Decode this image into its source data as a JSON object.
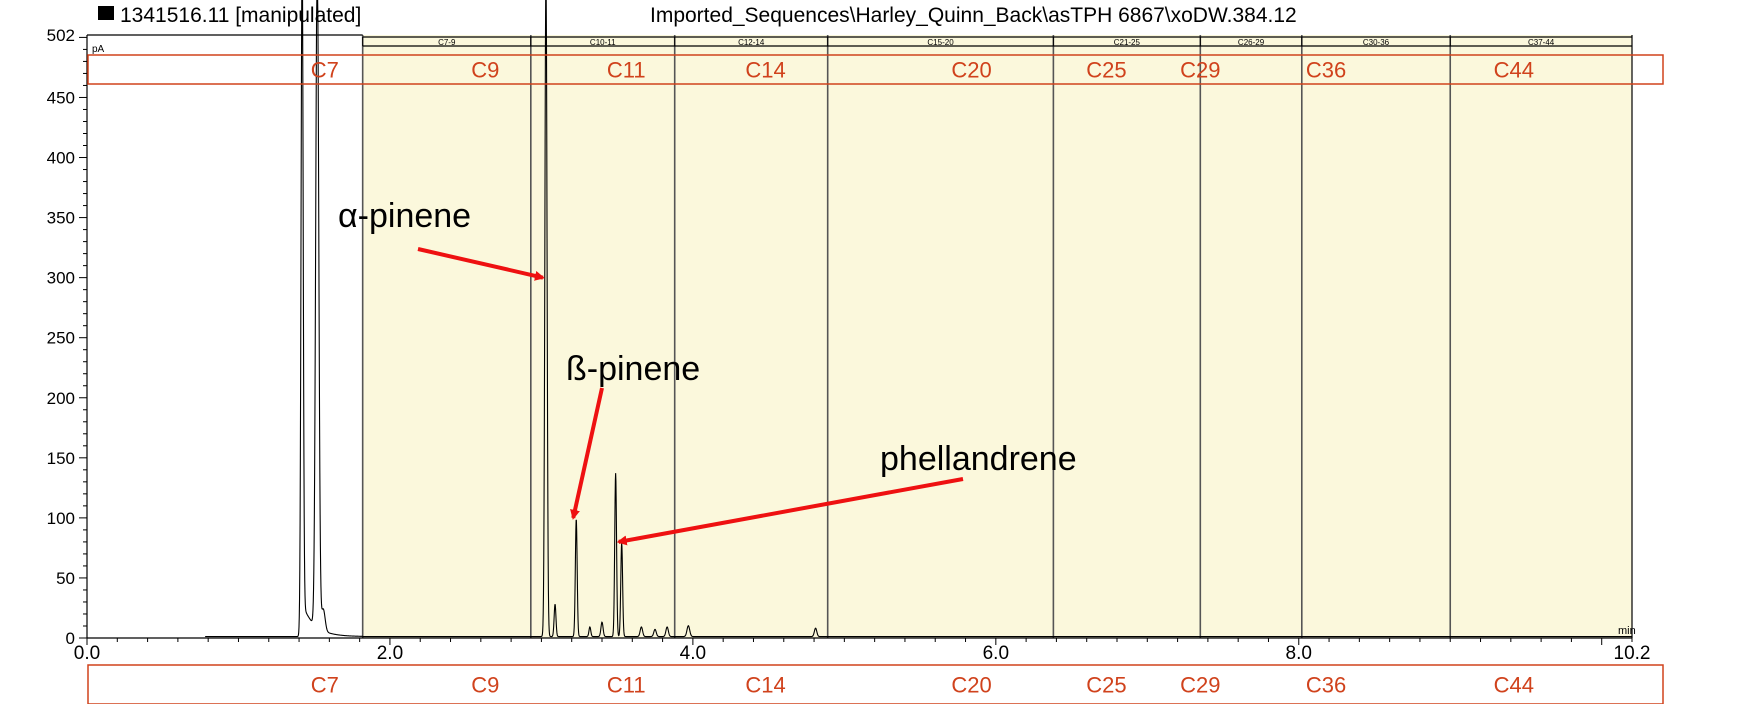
{
  "header": {
    "sample_id": "1341516.11 [manipulated]",
    "path": "Imported_Sequences\\Harley_Quinn_Back\\asTPH 6867\\xoDW.384.12"
  },
  "colors": {
    "band_fill": "#fbf8dc",
    "band_line": "#555555",
    "trace": "#000000",
    "box_outline": "#d0421c",
    "carbon_label": "#d0421c",
    "arrow": "#ee1111"
  },
  "chart_data": {
    "type": "line",
    "title": "",
    "ylabel": "pA",
    "xlabel": "min",
    "xlim": [
      0.0,
      10.2
    ],
    "ylim": [
      0,
      502
    ],
    "y_ticks": [
      0,
      50,
      100,
      150,
      200,
      250,
      300,
      350,
      400,
      450,
      502
    ],
    "x_ticks": [
      {
        "value": 0.0,
        "label": "0.0"
      },
      {
        "value": 2.0,
        "label": "2.0"
      },
      {
        "value": 4.0,
        "label": "4.0"
      },
      {
        "value": 6.0,
        "label": "6.0"
      },
      {
        "value": 8.0,
        "label": "8.0"
      },
      {
        "value": 10.2,
        "label": "10.2"
      }
    ],
    "bands": [
      {
        "label": "C7-9",
        "start": 1.82,
        "end": 2.93
      },
      {
        "label": "C10-11",
        "start": 2.93,
        "end": 3.88
      },
      {
        "label": "C12-14",
        "start": 3.88,
        "end": 4.89
      },
      {
        "label": "C15-20",
        "start": 4.89,
        "end": 6.38
      },
      {
        "label": "C21-25",
        "start": 6.38,
        "end": 7.35
      },
      {
        "label": "C26-29",
        "start": 7.35,
        "end": 8.02
      },
      {
        "label": "C30-36",
        "start": 8.02,
        "end": 9.0
      },
      {
        "label": "C37-44",
        "start": 9.0,
        "end": 10.2
      }
    ],
    "carbon_markers": [
      {
        "label": "C7",
        "x": 1.57
      },
      {
        "label": "C9",
        "x": 2.63
      },
      {
        "label": "C11",
        "x": 3.56
      },
      {
        "label": "C14",
        "x": 4.48
      },
      {
        "label": "C20",
        "x": 5.84
      },
      {
        "label": "C25",
        "x": 6.73
      },
      {
        "label": "C29",
        "x": 7.35
      },
      {
        "label": "C36",
        "x": 8.18
      },
      {
        "label": "C44",
        "x": 9.42
      }
    ],
    "peaks": [
      {
        "x": 1.42,
        "height": 560,
        "width": 0.007
      },
      {
        "x": 1.52,
        "height": 560,
        "width": 0.01
      },
      {
        "x": 1.56,
        "height": 18,
        "width": 0.012
      },
      {
        "x": 3.03,
        "height": 560,
        "width": 0.007
      },
      {
        "x": 3.09,
        "height": 27,
        "width": 0.006
      },
      {
        "x": 3.23,
        "height": 98,
        "width": 0.006
      },
      {
        "x": 3.32,
        "height": 8,
        "width": 0.006
      },
      {
        "x": 3.4,
        "height": 12,
        "width": 0.007
      },
      {
        "x": 3.49,
        "height": 136,
        "width": 0.006
      },
      {
        "x": 3.53,
        "height": 78,
        "width": 0.006
      },
      {
        "x": 3.66,
        "height": 8,
        "width": 0.008
      },
      {
        "x": 3.75,
        "height": 6,
        "width": 0.008
      },
      {
        "x": 3.83,
        "height": 8,
        "width": 0.008
      },
      {
        "x": 3.97,
        "height": 9,
        "width": 0.009
      },
      {
        "x": 4.81,
        "height": 7,
        "width": 0.008
      }
    ],
    "annotations": [
      {
        "text": "α-pinene",
        "peak_x": 3.03,
        "peak_y": 300
      },
      {
        "text": "ß-pinene",
        "peak_x": 3.23,
        "peak_y": 100
      },
      {
        "text": "phellandrene",
        "peak_x": 3.53,
        "peak_y": 80
      }
    ]
  }
}
